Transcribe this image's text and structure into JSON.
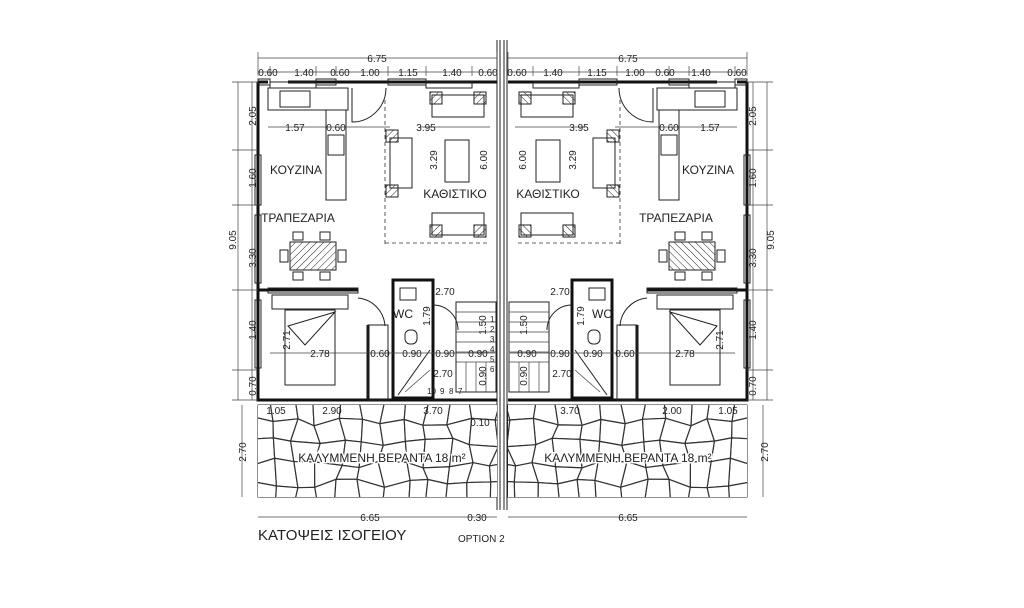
{
  "title": "ΚΑΤΟΨΕΙΣ ΙΣΟΓΕΙΟΥ",
  "option": "OPTION 2",
  "rooms": {
    "kitchen": "ΚΟΥΖΙΝΑ",
    "dining": "ΤΡΑΠΕΖΑΡΙΑ",
    "living": "ΚΑΘΙΣΤΙΚΟ",
    "wc": "WC",
    "veranda": "ΚΑΛΥΜΜΕΝΗ ΒΕΡΑΝΤΑ 18 m²"
  },
  "left": {
    "overall_width": "6.75",
    "top_dims": [
      "0.60",
      "1.40",
      "0.60",
      "1.00",
      "1.15",
      "1.40",
      "0.60"
    ],
    "overall_height": "9.05",
    "side_dims": [
      "2.05",
      "1.60",
      "3.30",
      "1.40",
      "0.70"
    ],
    "inner": {
      "d157": "1.57",
      "d060": "0.60",
      "d395": "3.95",
      "d329": "3.29",
      "d600": "6.00",
      "d270a": "2.70",
      "d179": "1.79",
      "d150": "1.50",
      "d271": "2.71",
      "d278": "2.78",
      "row": [
        "0.60",
        "0.90",
        "0.90",
        "0.90"
      ],
      "d090v": "0.90",
      "d270b": "2.70"
    },
    "bottom_dims": [
      "1.05",
      "2.90",
      "3.70"
    ],
    "d010": "0.10",
    "veranda_height": "2.70",
    "veranda_width": "6.65",
    "gap": "0.30"
  },
  "right": {
    "overall_width": "6.75",
    "top_dims": [
      "0.60",
      "1.40",
      "1.15",
      "1.00",
      "0.60",
      "1.40",
      "0.60"
    ],
    "overall_height": "9.05",
    "side_dims": [
      "2.05",
      "1.60",
      "3.30",
      "1.40",
      "0.70"
    ],
    "inner": {
      "d157": "1.57",
      "d060": "0.60",
      "d395": "3.95",
      "d329": "3.29",
      "d600": "6.00",
      "d270a": "2.70",
      "d179": "1.79",
      "d150": "1.50",
      "d271": "2.71",
      "d278": "2.78",
      "row": [
        "0.90",
        "0.90",
        "0.90",
        "0.60"
      ],
      "d090v": "0.90",
      "d270b": "2.70"
    },
    "bottom_dims": [
      "3.70",
      "2.00",
      "1.05"
    ],
    "veranda_height": "2.70",
    "veranda_width": "6.65"
  },
  "stair_steps": [
    "1",
    "2",
    "3",
    "4",
    "5",
    "6",
    "7",
    "8",
    "9",
    "10"
  ]
}
